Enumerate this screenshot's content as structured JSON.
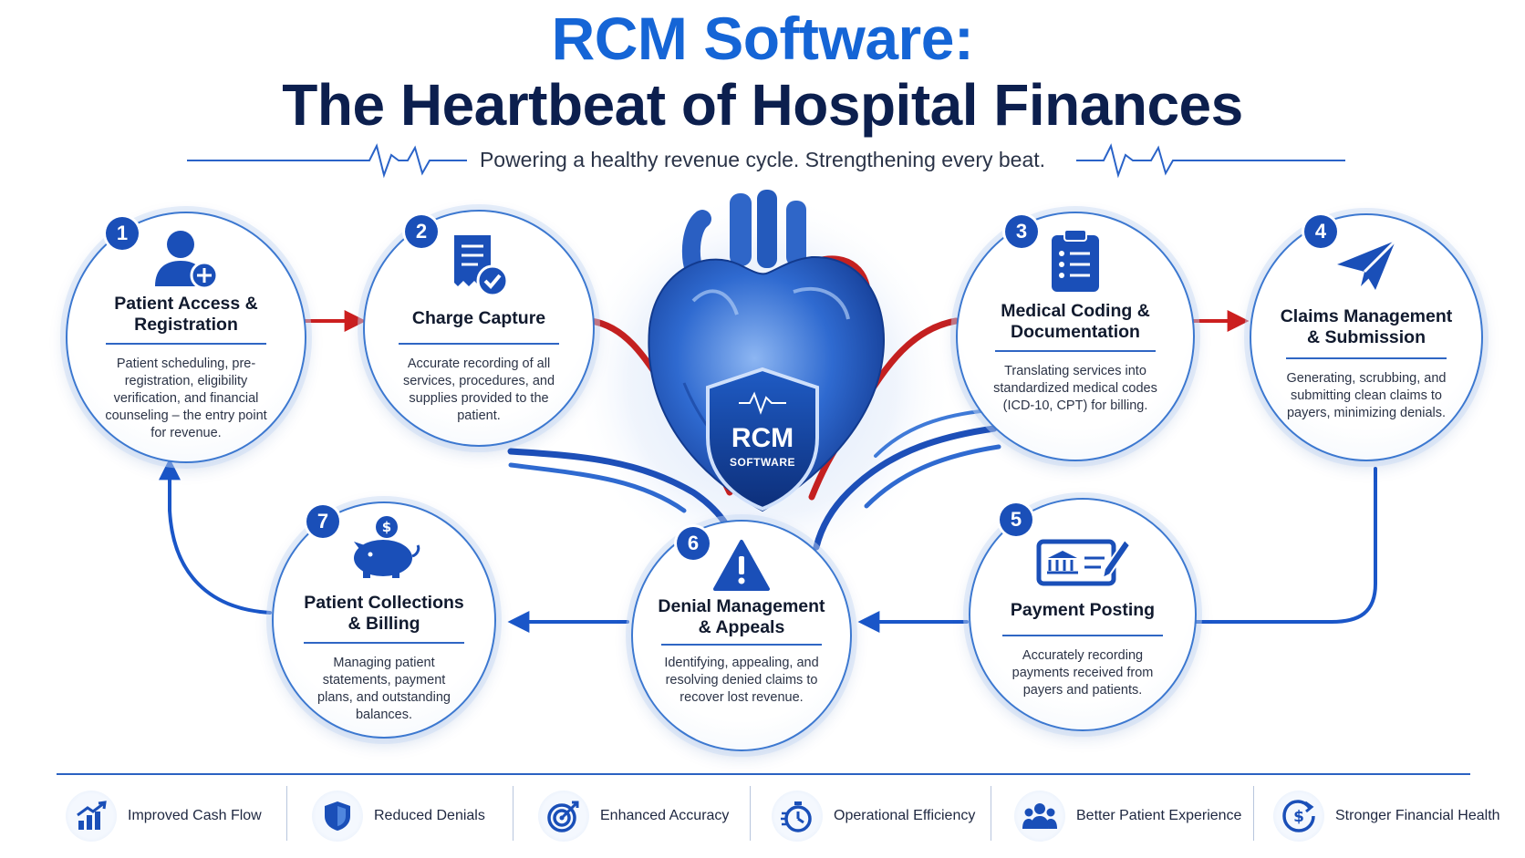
{
  "header": {
    "title_line1": "RCM Software:",
    "title_line2": "The Heartbeat of Hospital Finances",
    "subtitle": "Powering a healthy revenue cycle. Strengthening every beat."
  },
  "center": {
    "shield_label": "RCM",
    "shield_sublabel": "SOFTWARE"
  },
  "steps": [
    {
      "number": "1",
      "title": "Patient Access & Registration",
      "description": "Patient scheduling, pre-registration, eligibility verification, and financial counseling – the entry point for revenue.",
      "icon": "user-plus-icon"
    },
    {
      "number": "2",
      "title": "Charge Capture",
      "description": "Accurate recording of all services, procedures, and supplies provided to the patient.",
      "icon": "receipt-check-icon"
    },
    {
      "number": "3",
      "title": "Medical Coding & Documentation",
      "description": "Translating services into standardized medical codes (ICD-10, CPT) for billing.",
      "icon": "clipboard-icon"
    },
    {
      "number": "4",
      "title": "Claims Management & Submission",
      "description": "Generating, scrubbing, and submitting clean claims to payers, minimizing denials.",
      "icon": "paper-plane-icon"
    },
    {
      "number": "5",
      "title": "Payment Posting",
      "description": "Accurately recording payments received from payers and patients.",
      "icon": "check-pen-icon"
    },
    {
      "number": "6",
      "title": "Denial Management & Appeals",
      "description": "Identifying, appealing, and resolving denied claims to recover lost revenue.",
      "icon": "warning-icon"
    },
    {
      "number": "7",
      "title": "Patient Collections & Billing",
      "description": "Managing patient statements, payment plans, and outstanding balances.",
      "icon": "piggy-bank-icon"
    }
  ],
  "benefits": [
    {
      "label": "Improved Cash Flow",
      "icon": "growth-chart-icon"
    },
    {
      "label": "Reduced Denials",
      "icon": "shield-icon"
    },
    {
      "label": "Enhanced Accuracy",
      "icon": "target-icon"
    },
    {
      "label": "Operational Efficiency",
      "icon": "stopwatch-icon"
    },
    {
      "label": "Better Patient Experience",
      "icon": "people-icon"
    },
    {
      "label": "Stronger Financial Health",
      "icon": "dollar-cycle-icon"
    }
  ],
  "colors": {
    "primary_blue": "#1565d6",
    "navy": "#0c1f4e",
    "accent_red": "#cc1f1f",
    "badge_blue": "#1a4fb8"
  }
}
